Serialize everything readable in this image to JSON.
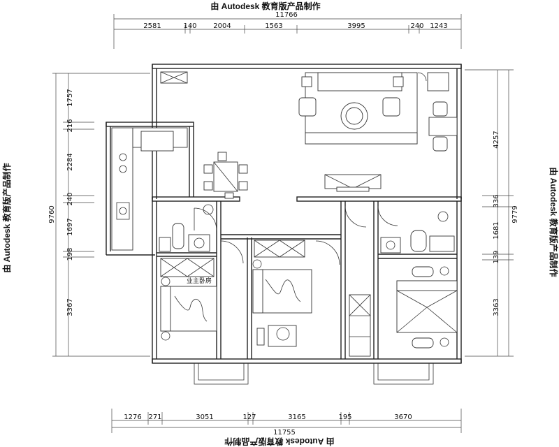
{
  "watermark": {
    "top": "由 Autodesk 教育版产品制作",
    "bottom": "由 Autodesk 教育版产品制作",
    "left": "由 Autodesk 教育版产品制作",
    "right": "由 Autodesk 教育版产品制作"
  },
  "dimensions": {
    "top_total": "11766",
    "top_segments": [
      "2581",
      "140",
      "2004",
      "1563",
      "3995",
      "240",
      "1243"
    ],
    "bottom_total": "11755",
    "bottom_segments": [
      "1276",
      "271",
      "3051",
      "127",
      "3165",
      "195",
      "3670"
    ],
    "left_total": "9760",
    "left_segments": [
      "1757",
      "216",
      "2284",
      "240",
      "1697",
      "198",
      "3367"
    ],
    "right_total": "9779",
    "right_segments": [
      "4257",
      "336",
      "1681",
      "139",
      "3363"
    ]
  },
  "room_labels": {
    "bed_label": "业主卧房"
  }
}
